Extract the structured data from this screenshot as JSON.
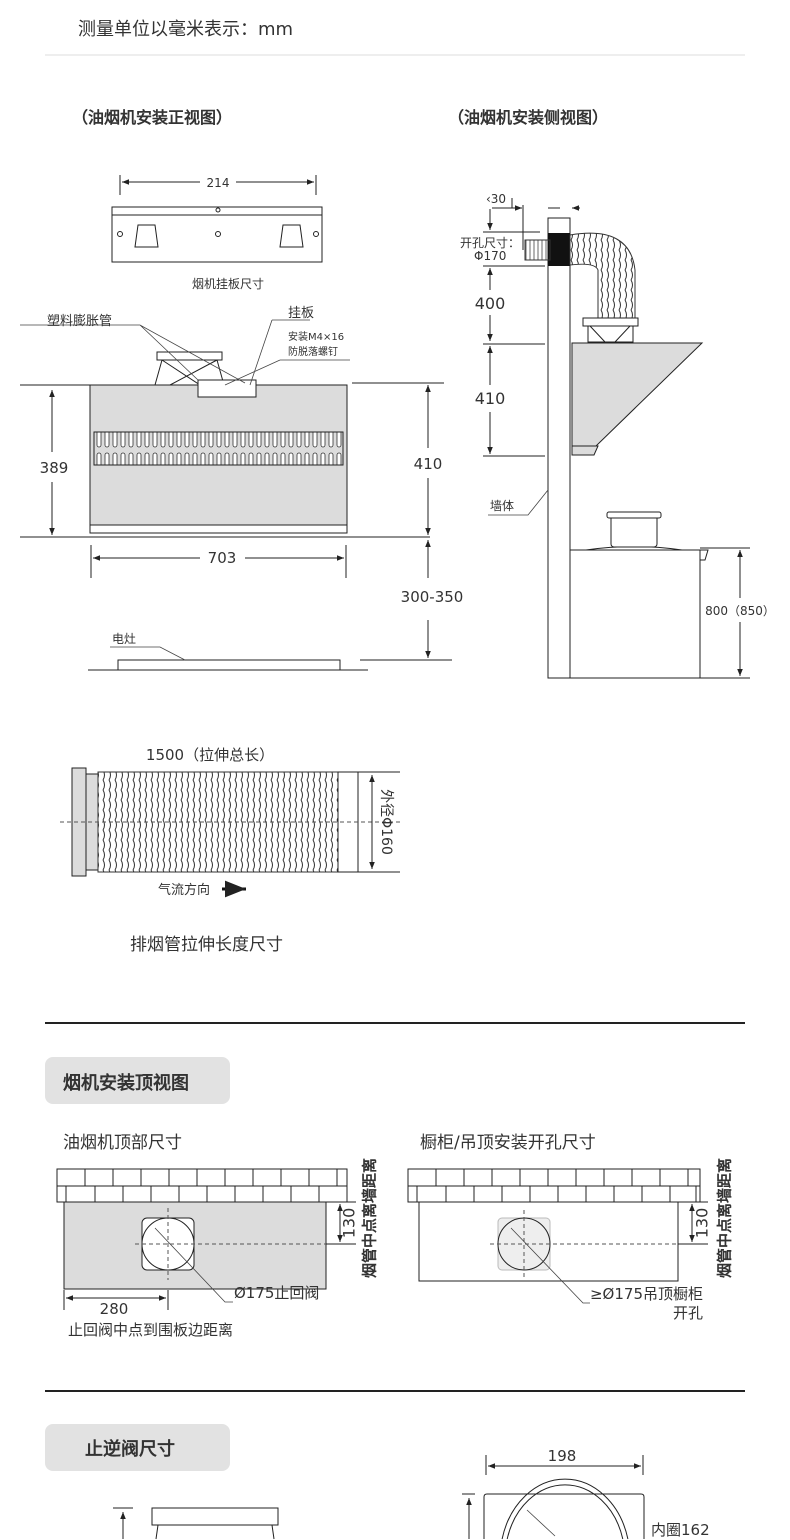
{
  "header": {
    "units_note": "测量单位以毫米表示：mm"
  },
  "front_view": {
    "title": "（油烟机安装正视图）",
    "plate_width": "214",
    "plate_caption": "烟机挂板尺寸",
    "label_tube": "塑料膨胀管",
    "label_plate": "挂板",
    "label_screw_1": "安装M4×16",
    "label_screw_2": "防脱落螺钉",
    "dim_left_height": "389",
    "dim_right_height": "410",
    "dim_width": "703",
    "dim_stove_gap": "300-350",
    "label_stove": "电灶"
  },
  "side_view": {
    "title": "（油烟机安装侧视图）",
    "dim_offset": "‹30",
    "hole_label_1": "开孔尺寸：",
    "hole_label_2": "Φ170",
    "dim_400": "400",
    "dim_410": "410",
    "label_wall": "墙体",
    "dim_counter": "800（850）"
  },
  "hose": {
    "length_label": "1500（拉伸总长）",
    "diameter_label": "外径Φ160",
    "airflow_label": "气流方向",
    "caption": "排烟管拉伸长度尺寸"
  },
  "top_view": {
    "badge": "烟机安装顶视图",
    "left_title": "油烟机顶部尺寸",
    "right_title": "橱柜/吊顶安装开孔尺寸",
    "dim_130": "130",
    "wall_dist_label": "烟管中点离墙距离",
    "valve_label": "Ø175止回阀",
    "dim_280": "280",
    "edge_dist_label": "止回阀中点到围板边距离",
    "hole_label_1": "≥Ø175吊顶橱柜",
    "hole_label_2": "开孔"
  },
  "valve_section": {
    "badge": "止逆阀尺寸",
    "dim_198": "198",
    "inner_ring": "内圈162"
  }
}
